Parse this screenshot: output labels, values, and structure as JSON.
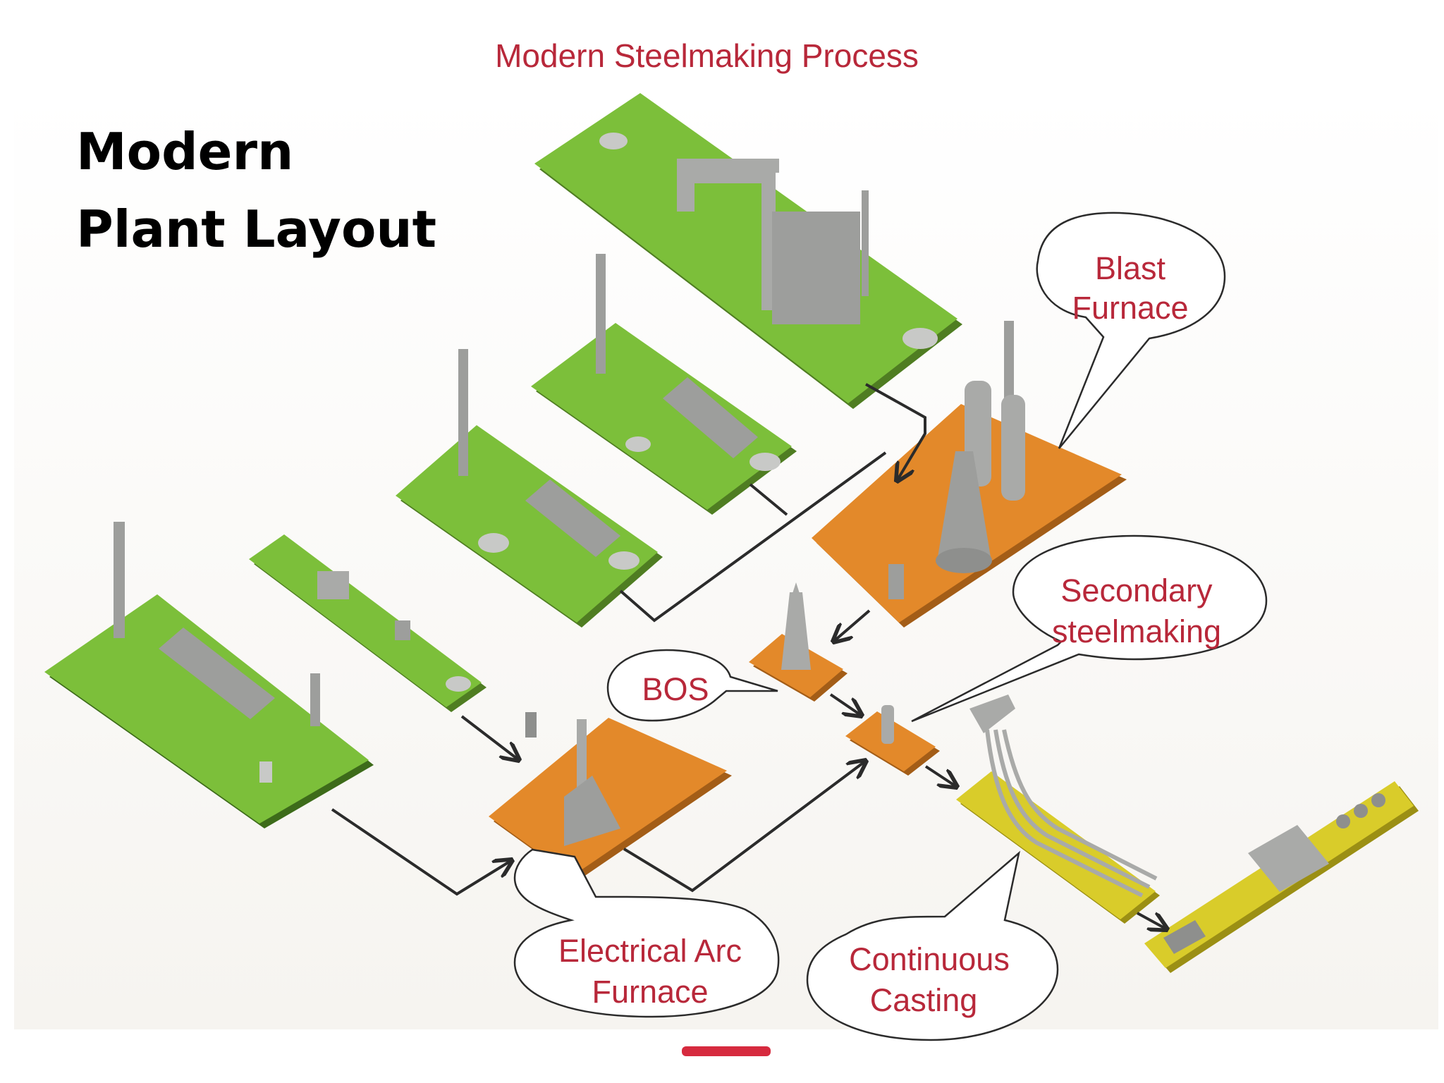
{
  "slide": {
    "title_line1": "Modern",
    "title_line2": "Plant Layout"
  },
  "figure": {
    "title": "Modern Steelmaking Process",
    "callouts": {
      "blast_furnace": [
        "Blast",
        "Furnace"
      ],
      "secondary_steelmaking": [
        "Secondary",
        "steelmaking"
      ],
      "bos": [
        "BOS"
      ],
      "electric_arc_furnace": [
        "Electrical Arc",
        "Furnace"
      ],
      "continuous_casting": [
        "Continuous",
        "Casting"
      ]
    }
  },
  "colors": {
    "raw_material_platform": "#7cbf3a",
    "iron_steelmaking_platform": "#e3892a",
    "casting_platform": "#d9cc2a",
    "callout_text": "#b8283a",
    "equipment": "#a9aaa8",
    "flow_line": "#2b2b2b",
    "bottom_marker": "#d62a3e"
  }
}
